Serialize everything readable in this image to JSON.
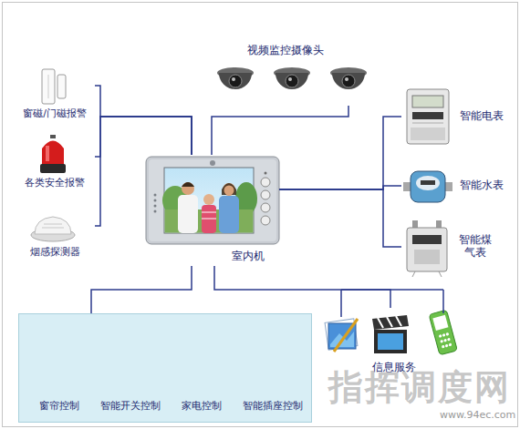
{
  "diagram": {
    "nodes": [
      {
        "text": [
          "窗磁/门磁报警"
        ]
      },
      {
        "text": [
          "各类安全报警"
        ]
      },
      {
        "text": [
          "烟感探测器"
        ]
      },
      {
        "text": [
          "视频监控摄像头"
        ]
      },
      {
        "text": [
          "室内机"
        ]
      },
      {
        "text": [
          "智能电表"
        ]
      },
      {
        "text": [
          "智能水表"
        ]
      },
      {
        "text": [
          "智能煤 气表"
        ]
      },
      {
        "text": []
      },
      {
        "text": [
          "窗帘控制"
        ],
        "in": 8
      },
      {
        "text": [
          "智能开关控制"
        ],
        "in": 8
      },
      {
        "text": [
          "家电控制"
        ],
        "in": 8
      },
      {
        "text": [
          "智能插座控制"
        ],
        "in": 8
      },
      {
        "text": [
          "信息服务"
        ]
      }
    ],
    "edges": [
      {
        "from": 0,
        "to": 4,
        "arrow": "none"
      },
      {
        "from": 1,
        "to": 4,
        "arrow": "none"
      },
      {
        "from": 2,
        "to": 4,
        "arrow": "none"
      },
      {
        "from": 3,
        "to": 4,
        "arrow": "none"
      },
      {
        "from": 4,
        "to": 5,
        "arrow": "none"
      },
      {
        "from": 4,
        "to": 6,
        "arrow": "none"
      },
      {
        "from": 4,
        "to": 7,
        "arrow": "none"
      },
      {
        "from": 4,
        "to": 8,
        "arrow": "none"
      },
      {
        "from": 4,
        "to": 13,
        "arrow": "none"
      }
    ],
    "labels": [
      "指挥调度网",
      "www.94ec.com"
    ]
  }
}
